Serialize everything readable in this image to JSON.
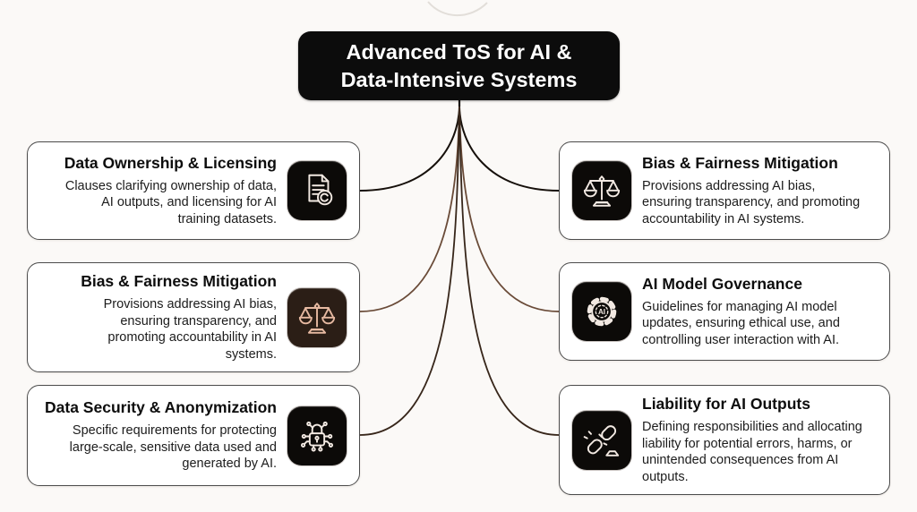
{
  "title": {
    "line1": "Advanced ToS for AI &",
    "line2": "Data-Intensive Systems"
  },
  "cards": {
    "left": [
      {
        "heading": "Data Ownership & Licensing",
        "body": "Clauses clarifying ownership of data, AI outputs, and licensing for AI training datasets.",
        "icon": "document-copyright"
      },
      {
        "heading": "Bias & Fairness Mitigation",
        "body": "Provisions addressing AI bias, ensuring transparency, and promoting accountability in AI systems.",
        "icon": "scales-of-justice"
      },
      {
        "heading": "Data Security & Anonymization",
        "body": "Specific requirements for protecting large-scale, sensitive data used and generated by AI.",
        "icon": "lock-circuit"
      }
    ],
    "right": [
      {
        "heading": "Bias & Fairness Mitigation",
        "body": "Provisions addressing AI bias, ensuring transparency, and promoting accountability in AI systems.",
        "icon": "scales-of-justice"
      },
      {
        "heading": "AI Model Governance",
        "body": "Guidelines for managing AI model updates, ensuring ethical use, and controlling user interaction with AI.",
        "icon": "gear-ai",
        "icon_label": "AI"
      },
      {
        "heading": "Liability for AI Outputs",
        "body": "Defining responsibilities and allocating liability for potential errors, harms, or unintended consequences from AI outputs.",
        "icon": "chain-broken"
      }
    ]
  },
  "colors": {
    "background": "#fbf9f7",
    "title_bg": "#0c0c0c",
    "title_text": "#ffffff",
    "card_border": "#4c4c4c",
    "icon_tile_bg": "#0c0a08",
    "icon_tile_bg_brown": "#2b1e16",
    "icon_stroke_light": "#f2e9e2",
    "icon_stroke_warm": "#e6b9a1",
    "connector_row1": "#16100b",
    "connector_row2": "#6a4b38",
    "connector_row3": "#37261a"
  }
}
